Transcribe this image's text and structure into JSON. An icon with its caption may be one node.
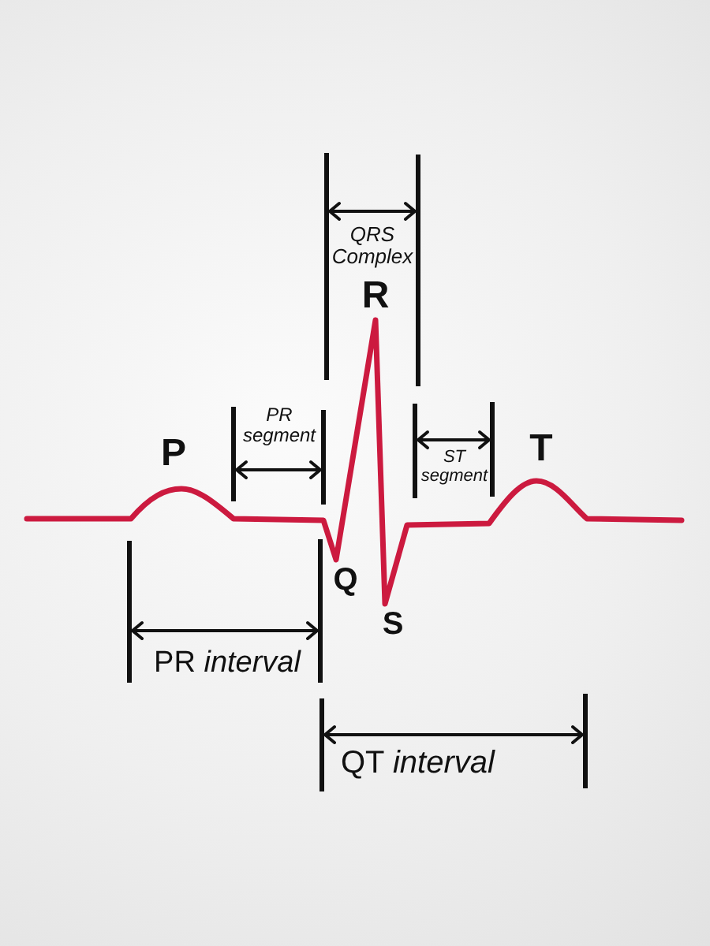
{
  "diagram": {
    "labels": [
      "QRS Complex",
      "R",
      "P",
      "PR segment",
      "ST segment",
      "T",
      "Q",
      "S",
      "PR *interval*",
      "QT *interval*"
    ]
  }
}
